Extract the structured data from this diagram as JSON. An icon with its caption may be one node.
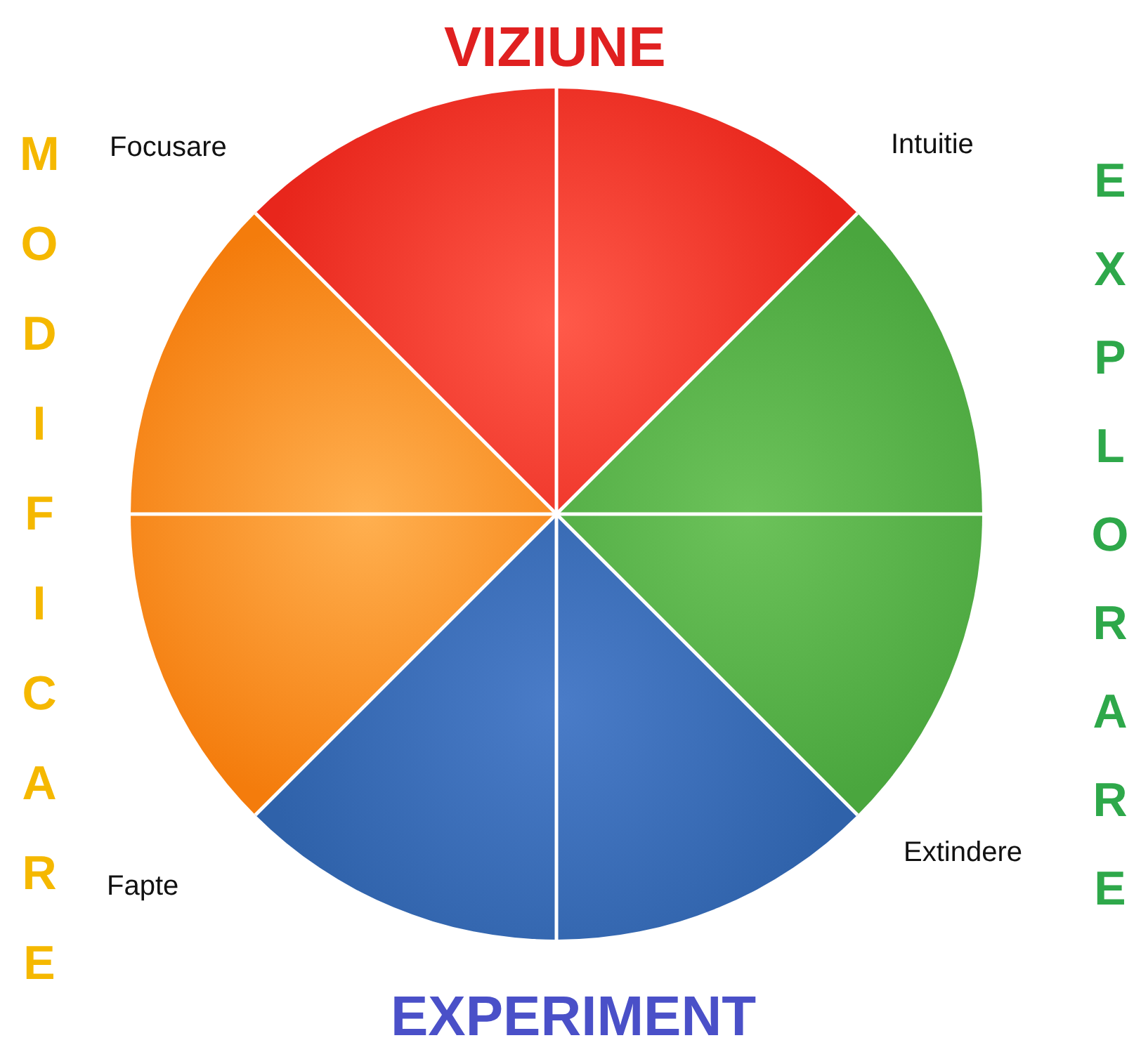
{
  "diagram": {
    "labels": [
      "VIZIUNE",
      "MODIFICARE",
      "Focusare",
      "Intuitie",
      "EXPLORARE",
      "Fapte",
      "Extindere",
      "EXPERIMENT"
    ]
  }
}
